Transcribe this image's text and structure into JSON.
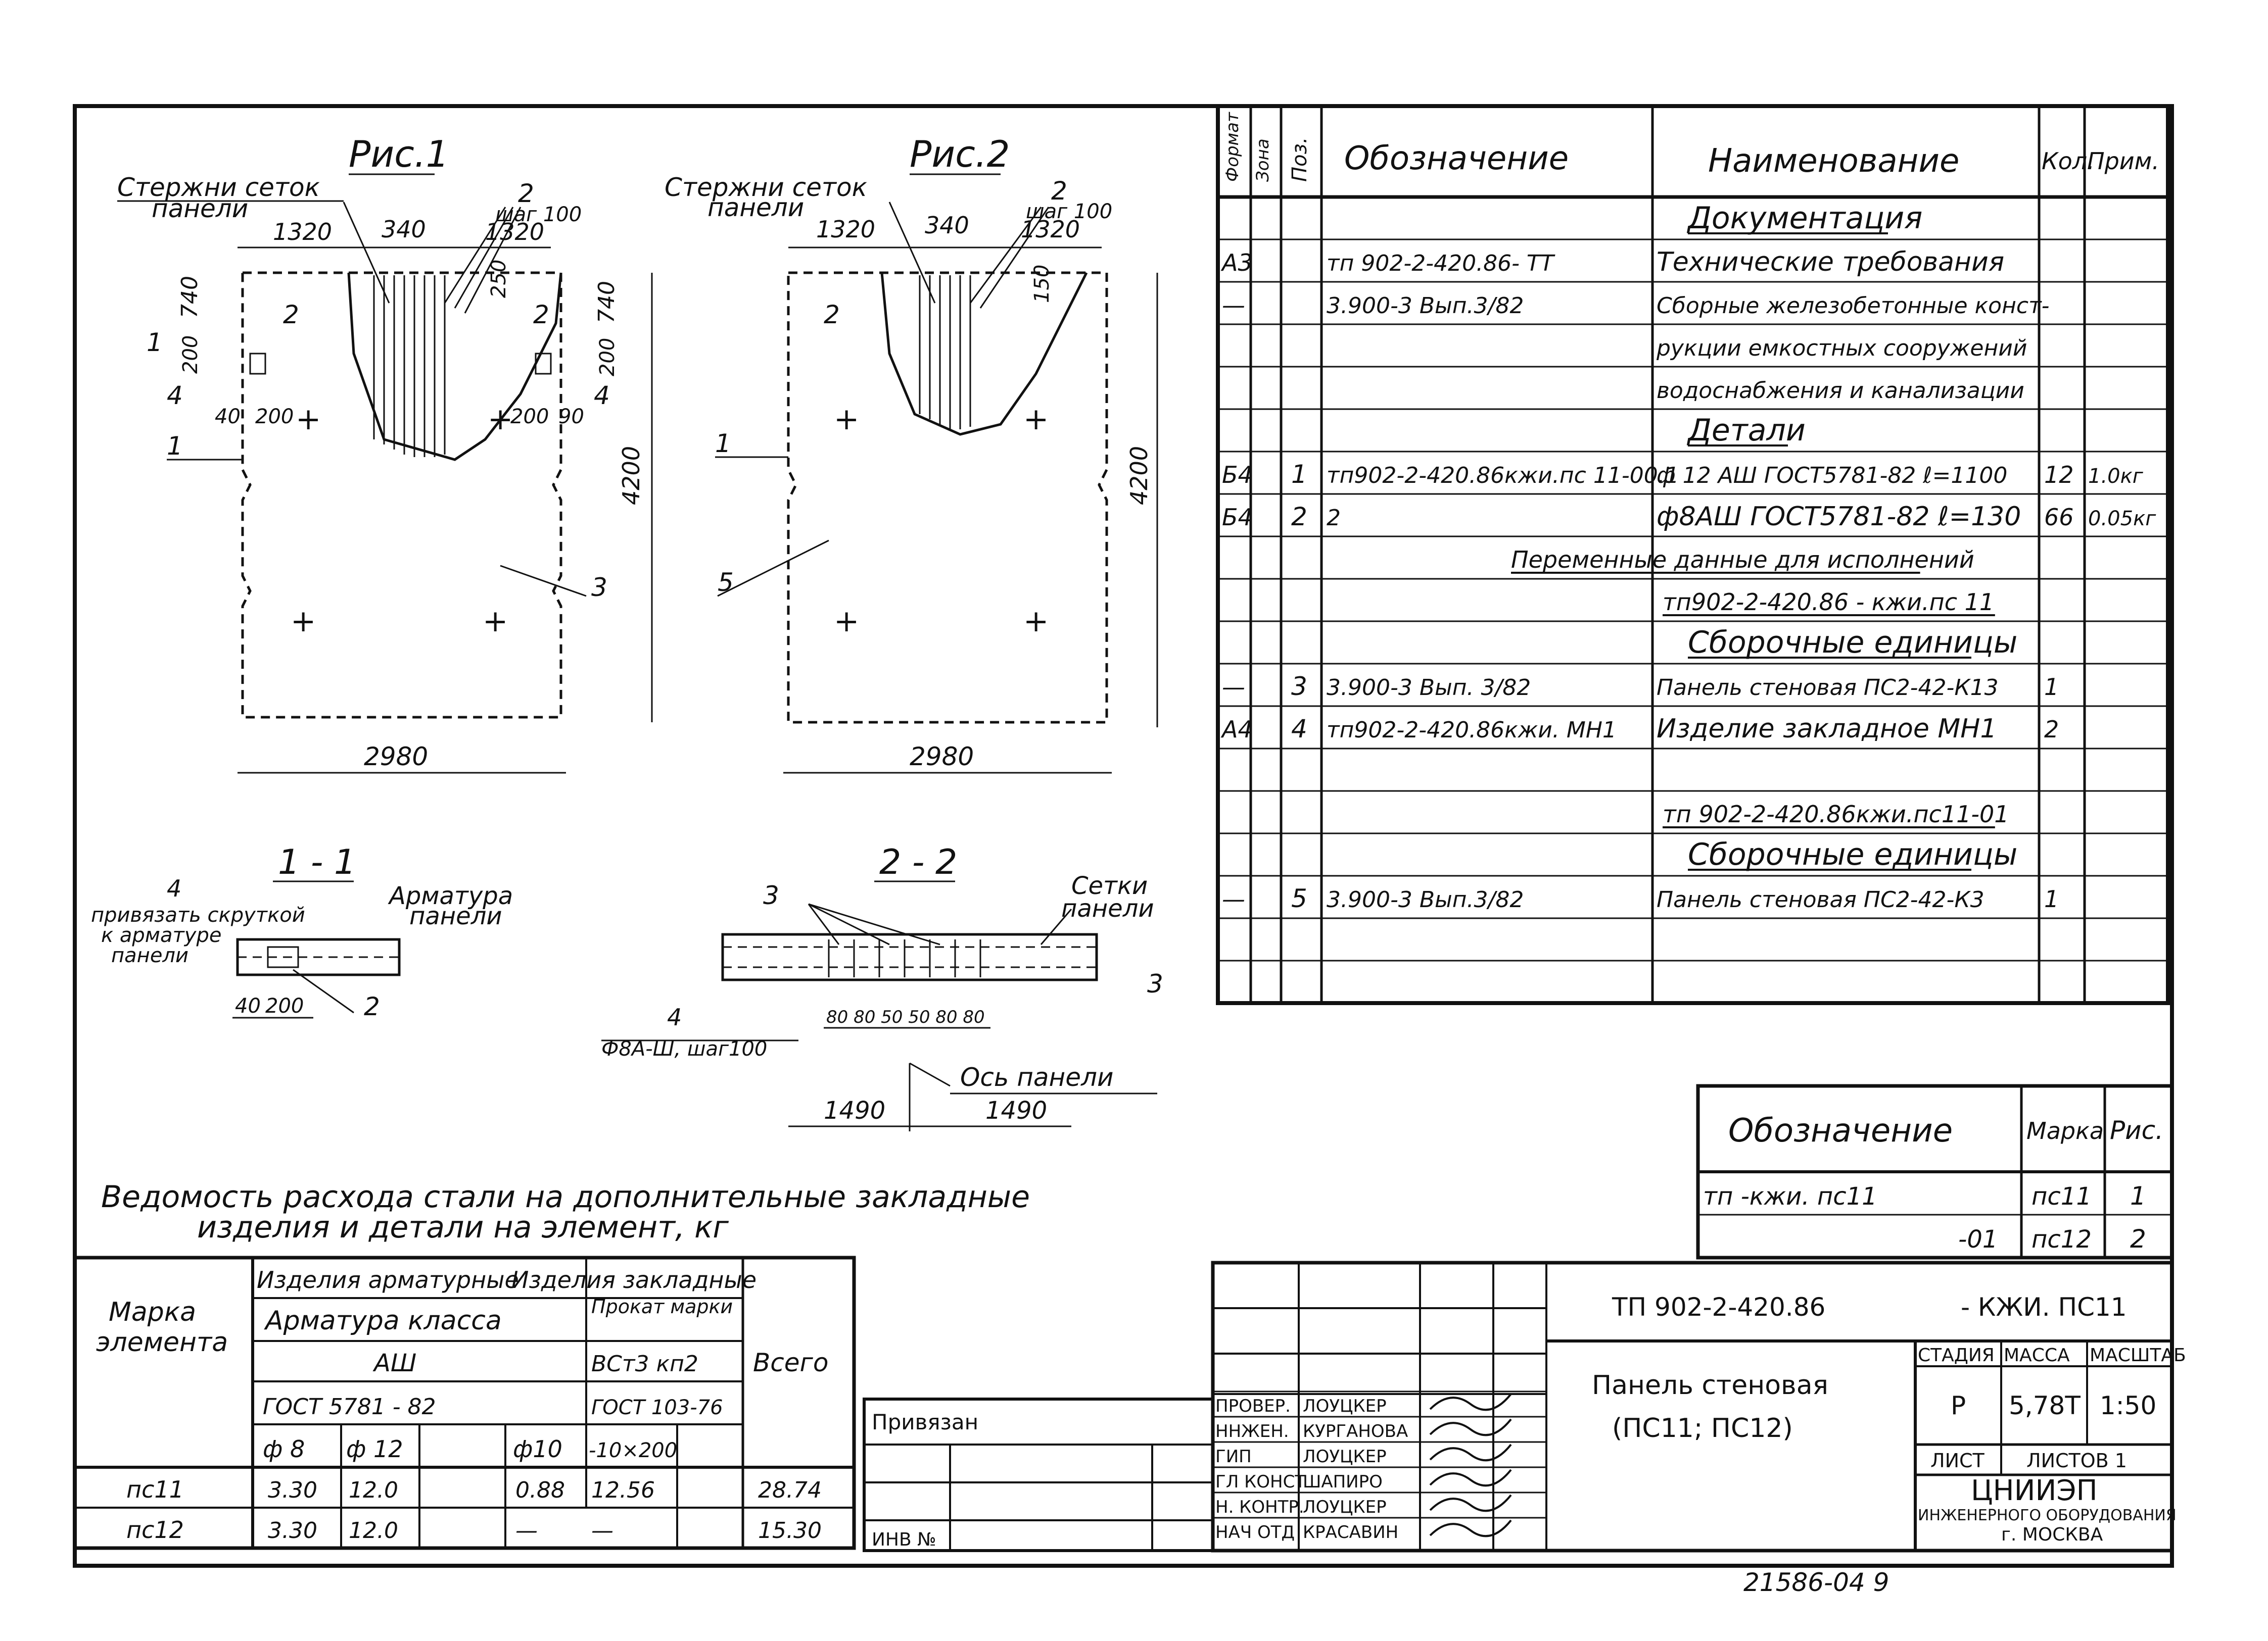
{
  "fig1": {
    "title": "Рис.1",
    "bars_label_1": "Стержни сеток",
    "bars_label_2": "панели",
    "dim_1320a": "1320",
    "dim_340": "340",
    "dim_1320b": "1320",
    "pos2": "2",
    "step": "шаг 100",
    "dim_740l": "740",
    "dim_740r": "740",
    "dim_200l": "200",
    "dim_200r": "200",
    "dim_250": "250",
    "sec1": "1",
    "sec2": "2",
    "pos4": "4",
    "dim_40": "40",
    "dim_200b": "200",
    "dim_200c": "200",
    "dim_90": "90",
    "pos1": "1",
    "pos3": "3",
    "dim_4200": "4200",
    "dim_2980": "2980"
  },
  "fig2": {
    "title": "Рис.2",
    "bars_label_1": "Стержни сеток",
    "bars_label_2": "панели",
    "dim_1320a": "1320",
    "dim_340": "340",
    "dim_1320b": "1320",
    "pos2": "2",
    "step": "шаг 100",
    "dim_150": "150",
    "sec2": "2",
    "pos1": "1",
    "pos5": "5",
    "dim_4200": "4200",
    "dim_2980": "2980"
  },
  "section11": {
    "title": "1 - 1",
    "pos4": "4",
    "note_1": "привязать скруткой",
    "note_2": "к арматуре",
    "note_3": "панели",
    "arm_1": "Арматура",
    "arm_2": "панели",
    "dim_40": "40",
    "dim_200": "200",
    "pos2": "2"
  },
  "section22": {
    "title": "2 - 2",
    "pos3a": "3",
    "mesh_1": "Сетки",
    "mesh_2": "панели",
    "pos3b": "3",
    "pos4": "4",
    "rebar": "Ф8А-Ш, шаг100",
    "dims": "80 80 50 50 80 80",
    "axis": "Ось панели",
    "d1490a": "1490",
    "d1490b": "1490"
  },
  "spec": {
    "headers": [
      "Формат",
      "Зона",
      "Поз.",
      "Обозначение",
      "Наименование",
      "Кол.",
      "Прим."
    ],
    "rows": [
      {
        "fmt": "",
        "zone": "",
        "pos": "",
        "des": "",
        "name": "Документация",
        "qty": "",
        "note": "",
        "section": true
      },
      {
        "fmt": "А3",
        "zone": "",
        "pos": "",
        "des": "тп 902-2-420.86-     ТТ",
        "name": "Технические требования",
        "qty": "",
        "note": ""
      },
      {
        "fmt": "—",
        "zone": "",
        "pos": "",
        "des": "3.900-3    Вып.3/82",
        "name": "Сборные железобетонные конст-",
        "qty": "",
        "note": ""
      },
      {
        "fmt": "",
        "zone": "",
        "pos": "",
        "des": "",
        "name": "рукции емкостных сооружений",
        "qty": "",
        "note": ""
      },
      {
        "fmt": "",
        "zone": "",
        "pos": "",
        "des": "",
        "name": "водоснабжения и канализации",
        "qty": "",
        "note": ""
      },
      {
        "fmt": "",
        "zone": "",
        "pos": "",
        "des": "",
        "name": "Детали",
        "qty": "",
        "note": "",
        "section": true
      },
      {
        "fmt": "Б4",
        "zone": "",
        "pos": "1",
        "des": "тп902-2-420.86кжи.пс 11-00.1",
        "name": "ф 12 АШ ГОСТ5781-82  ℓ=1100",
        "qty": "12",
        "note": "1.0кг"
      },
      {
        "fmt": "Б4",
        "zone": "",
        "pos": "2",
        "des": "2",
        "name": "ф8АШ ГОСТ5781-82  ℓ=130",
        "qty": "66",
        "note": "0.05кг"
      },
      {
        "fmt": "",
        "zone": "",
        "pos": "",
        "des": "",
        "name": "Переменные данные для исполнений",
        "qty": "",
        "note": "",
        "section": true,
        "wide": true
      },
      {
        "fmt": "",
        "zone": "",
        "pos": "",
        "des": "",
        "name": "тп902-2-420.86 - кжи.пс 11",
        "qty": "",
        "note": "",
        "section": true
      },
      {
        "fmt": "",
        "zone": "",
        "pos": "",
        "des": "",
        "name": "Сборочные единицы",
        "qty": "",
        "note": "",
        "section": true
      },
      {
        "fmt": "—",
        "zone": "",
        "pos": "3",
        "des": "3.900-3  Вып. 3/82",
        "name": "Панель стеновая ПС2-42-К13",
        "qty": "1",
        "note": ""
      },
      {
        "fmt": "А4",
        "zone": "",
        "pos": "4",
        "des": "тп902-2-420.86кжи. МН1",
        "name": "Изделие закладное МН1",
        "qty": "2",
        "note": ""
      },
      {
        "fmt": "",
        "zone": "",
        "pos": "",
        "des": "",
        "name": "",
        "qty": "",
        "note": ""
      },
      {
        "fmt": "",
        "zone": "",
        "pos": "",
        "des": "",
        "name": "тп 902-2-420.86кжи.пс11-01",
        "qty": "",
        "note": "",
        "section": true
      },
      {
        "fmt": "",
        "zone": "",
        "pos": "",
        "des": "",
        "name": "Сборочные единицы",
        "qty": "",
        "note": "",
        "section": true
      },
      {
        "fmt": "—",
        "zone": "",
        "pos": "5",
        "des": "3.900-3 Вып.3/82",
        "name": "Панель стеновая ПС2-42-К3",
        "qty": "1",
        "note": ""
      },
      {
        "fmt": "",
        "zone": "",
        "pos": "",
        "des": "",
        "name": "",
        "qty": "",
        "note": ""
      },
      {
        "fmt": "",
        "zone": "",
        "pos": "",
        "des": "",
        "name": "",
        "qty": "",
        "note": ""
      }
    ]
  },
  "marks": {
    "headers": [
      "Обозначение",
      "Марка",
      "Рис."
    ],
    "rows": [
      {
        "des": "тп           -кжи. пс11",
        "mark": "пс11",
        "fig": "1"
      },
      {
        "des": "-01",
        "mark": "пс12",
        "fig": "2"
      }
    ]
  },
  "steel": {
    "title_1": "Ведомость расхода стали на дополнительные закладные",
    "title_2": "изделия и детали на элемент, кг",
    "col_mark": "Марка элемента",
    "grp_arm": "Изделия арматурные",
    "grp_emb": "Изделия закладные",
    "arm_class": "Арматура класса",
    "prokat": "Прокат марки",
    "class_a3": "АШ",
    "steel_grade": "ВСт3 кп2",
    "total": "Всего",
    "gost_a": "ГОСТ 5781 - 82",
    "gost_b": "ГОСТ 103-76",
    "d8": "ф 8",
    "d12": "ф 12",
    "d10": "ф10",
    "strip": "-10×200",
    "rows": [
      {
        "mark": "пс11",
        "d8": "3.30",
        "d12": "12.0",
        "x": "",
        "d10": "0.88",
        "strip": "12.56",
        "y": "",
        "total": "28.74"
      },
      {
        "mark": "пс12",
        "d8": "3.30",
        "d12": "12.0",
        "x": "",
        "d10": "—",
        "strip": "—",
        "y": "",
        "total": "15.30"
      }
    ]
  },
  "stamp": {
    "privyazan": "Привязан",
    "inv": "ИНВ №",
    "code": "ТП 902-2-420.86",
    "code2": "- КЖИ. ПС11",
    "title_1": "Панель стеновая",
    "title_2": "(ПС11; ПС12)",
    "stage_h": "СТАДИЯ",
    "mass_h": "МАССА",
    "scale_h": "МАСШТАБ",
    "stage": "Р",
    "mass": "5,78Т",
    "scale": "1:50",
    "sheet": "ЛИСТ",
    "sheets": "ЛИСТОВ 1",
    "org_1": "ЦНИИЭП",
    "org_2": "ИНЖЕНЕРНОГО ОБОРУДОВАНИЯ",
    "org_3": "г. МОСКВА",
    "people": [
      {
        "role": "ПРОВЕР.",
        "name": "ЛОУЦКЕР"
      },
      {
        "role": "ННЖЕН.",
        "name": "КУРГАНОВА"
      },
      {
        "role": "ГИП",
        "name": "ЛОУЦКЕР"
      },
      {
        "role": "ГЛ КОНСТ",
        "name": "ШАПИРО"
      },
      {
        "role": "Н. КОНТР.",
        "name": "ЛОУЦКЕР"
      },
      {
        "role": "НАЧ ОТД",
        "name": "КРАСАВИН"
      }
    ],
    "archive": "21586-04   9"
  }
}
